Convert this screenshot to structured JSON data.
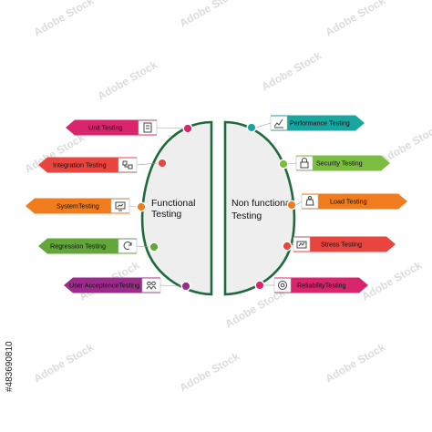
{
  "left_half": {
    "title_line1": "Functional",
    "title_line2": "Testing",
    "items": [
      {
        "label": "Unit Testing",
        "color": "#d8256b",
        "icon": "document-icon"
      },
      {
        "label": "Integration Testing",
        "color": "#e8453f",
        "icon": "integration-icon"
      },
      {
        "label": "SystemTesting",
        "color": "#f07c1e",
        "icon": "monitor-icon"
      },
      {
        "label": "Regression Testing",
        "color": "#63a63a",
        "icon": "refresh-icon"
      },
      {
        "label": "User AcceptenceTesting",
        "color": "#9c2c8c",
        "icon": "people-icon"
      }
    ]
  },
  "right_half": {
    "title_line1": "Non functional",
    "title_line2": "Testing",
    "items": [
      {
        "label": "Performance Testing",
        "color": "#1aa6a0",
        "icon": "pen-chart-icon"
      },
      {
        "label": "Security Testing",
        "color": "#7bbd3f",
        "icon": "lock-icon"
      },
      {
        "label": "Load Testing",
        "color": "#f07c1e",
        "icon": "weight-icon"
      },
      {
        "label": "Stress Testing",
        "color": "#e8453f",
        "icon": "stress-icon"
      },
      {
        "label": "ReliabilityTesting",
        "color": "#d8256b",
        "icon": "reliability-icon"
      }
    ]
  },
  "colors": {
    "brain_outline": "#1c6b3a",
    "brain_fill": "#eeeeee"
  },
  "stock": {
    "watermark": "Adobe Stock",
    "image_id": "#483690810"
  }
}
